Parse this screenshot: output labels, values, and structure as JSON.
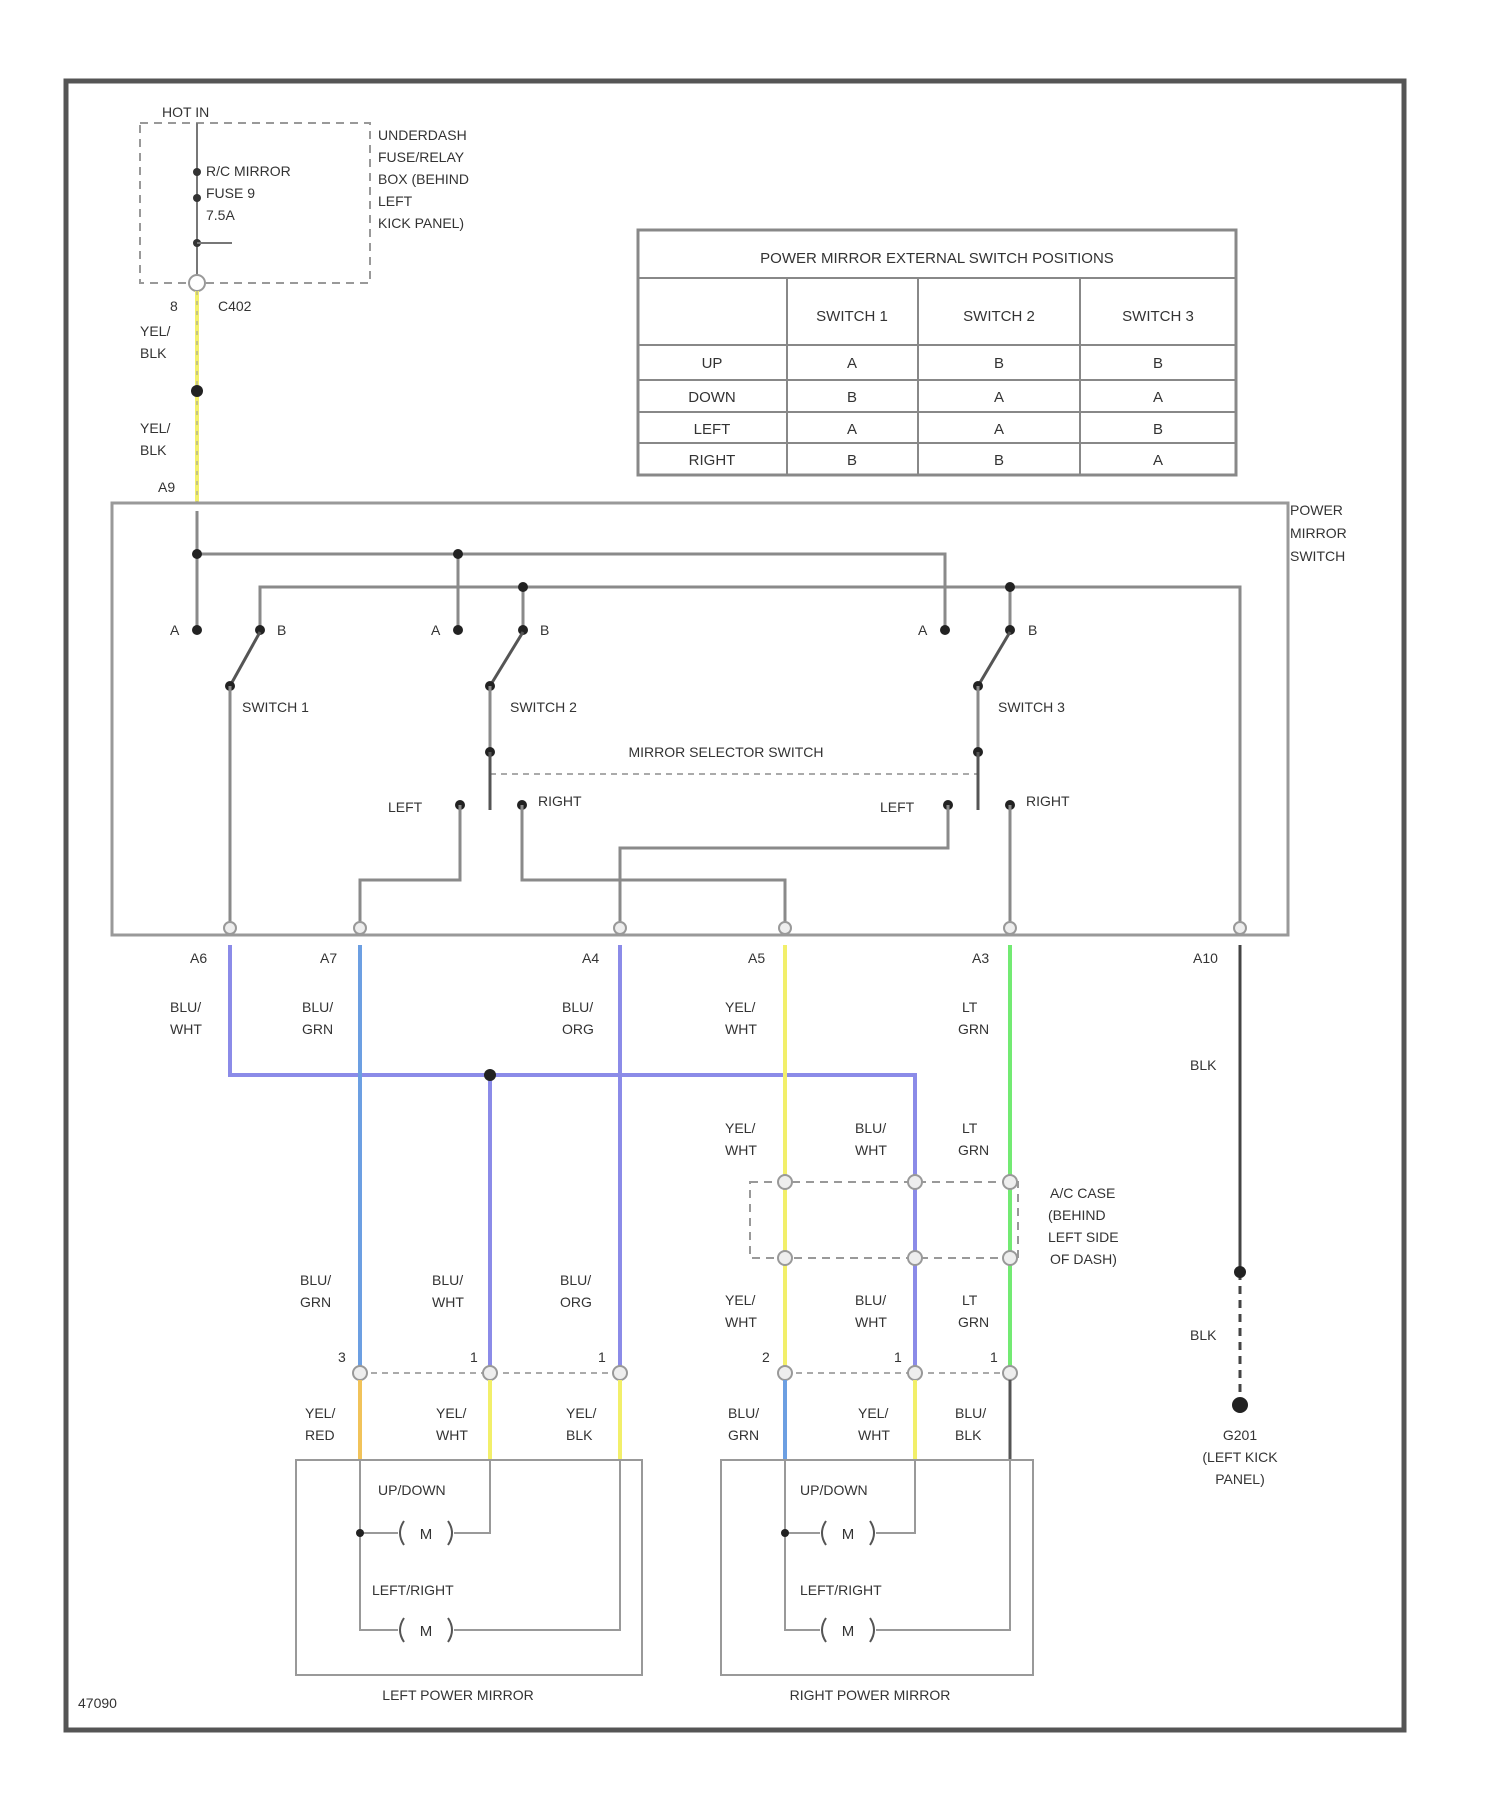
{
  "fuse_box": {
    "hot_in": "HOT IN",
    "fuse_label": [
      "R/C MIRROR",
      "FUSE 9",
      "7.5A"
    ],
    "location": [
      "UNDERDASH",
      "FUSE/RELAY",
      "BOX (BEHIND",
      "LEFT",
      "KICK PANEL)"
    ],
    "pin": "8",
    "connector": "C402"
  },
  "wires": {
    "feed_upper": [
      "YEL/",
      "BLK"
    ],
    "feed_lower": [
      "YEL/",
      "BLK"
    ],
    "feed_pin": "A9"
  },
  "switch_table": {
    "title": "POWER MIRROR EXTERNAL SWITCH POSITIONS",
    "columns": [
      "",
      "SWITCH 1",
      "SWITCH 2",
      "SWITCH 3"
    ],
    "rows": [
      [
        "UP",
        "A",
        "B",
        "B"
      ],
      [
        "DOWN",
        "B",
        "A",
        "A"
      ],
      [
        "LEFT",
        "A",
        "A",
        "B"
      ],
      [
        "RIGHT",
        "B",
        "B",
        "A"
      ]
    ]
  },
  "power_mirror_switch": {
    "label": [
      "POWER",
      "MIRROR",
      "SWITCH"
    ],
    "switches": [
      "SWITCH 1",
      "SWITCH 2",
      "SWITCH 3"
    ],
    "contact_a": "A",
    "contact_b": "B",
    "selector": "MIRROR SELECTOR SWITCH",
    "left": "LEFT",
    "right": "RIGHT"
  },
  "pins": [
    "A6",
    "A7",
    "A4",
    "A5",
    "A3",
    "A10"
  ],
  "wire_colors": {
    "a6": [
      "BLU/",
      "WHT"
    ],
    "a7": [
      "BLU/",
      "GRN"
    ],
    "a4": [
      "BLU/",
      "ORG"
    ],
    "a5": [
      "YEL/",
      "WHT"
    ],
    "a3": [
      "LT",
      "GRN"
    ],
    "a10": [
      "BLK"
    ],
    "r_yel_wht": [
      "YEL/",
      "WHT"
    ],
    "r_blu_wht": [
      "BLU/",
      "WHT"
    ],
    "r_lt_grn": [
      "LT",
      "GRN"
    ],
    "l_blu_grn": [
      "BLU/",
      "GRN"
    ],
    "l_blu_wht": [
      "BLU/",
      "WHT"
    ],
    "l_blu_org": [
      "BLU/",
      "ORG"
    ],
    "r2_yel_wht": [
      "YEL/",
      "WHT"
    ],
    "r2_blu_wht": [
      "BLU/",
      "WHT"
    ],
    "r2_lt_grn": [
      "LT",
      "GRN"
    ],
    "blk_lower": [
      "BLK"
    ],
    "lm_yel_red": [
      "YEL/",
      "RED"
    ],
    "lm_yel_wht": [
      "YEL/",
      "WHT"
    ],
    "lm_yel_blk": [
      "YEL/",
      "BLK"
    ],
    "rm_blu_grn": [
      "BLU/",
      "GRN"
    ],
    "rm_yel_wht": [
      "YEL/",
      "WHT"
    ],
    "rm_blu_blk": [
      "BLU/",
      "BLK"
    ]
  },
  "connector_box": [
    "A/C CASE",
    "(BEHIND",
    "LEFT SIDE",
    "OF DASH)"
  ],
  "ground": [
    "G201",
    "(LEFT KICK",
    "PANEL)"
  ],
  "left_pins": [
    "3",
    "1",
    "1"
  ],
  "right_pins": [
    "2",
    "1",
    "1"
  ],
  "left_mirror": {
    "title": "LEFT POWER MIRROR",
    "updown": "UP/DOWN",
    "leftright": "LEFT/RIGHT",
    "motor": "M"
  },
  "right_mirror": {
    "title": "RIGHT POWER MIRROR",
    "updown": "UP/DOWN",
    "leftright": "LEFT/RIGHT",
    "motor": "M"
  },
  "footer_code": "47090",
  "colors": {
    "yellow": "#f2ef6a",
    "blue": "#6c9fe2",
    "violet": "#8b8be8",
    "green": "#73ea73",
    "orange": "#f1c35a",
    "frame": "#555555",
    "line": "#8a8a8a"
  }
}
